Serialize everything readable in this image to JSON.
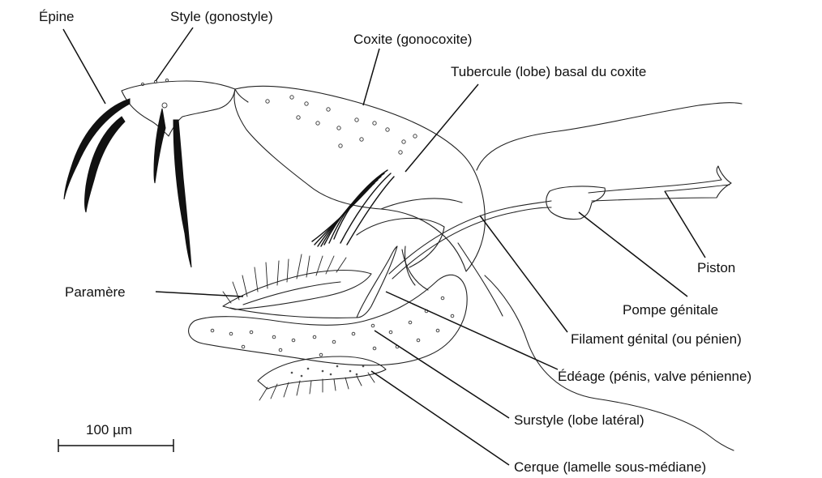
{
  "labels": {
    "epine": "Épine",
    "style": "Style (gonostyle)",
    "coxite": "Coxite (gonocoxite)",
    "tubercule": "Tubercule (lobe) basal du coxite",
    "piston": "Piston",
    "paramere": "Paramère",
    "pompe": "Pompe génitale",
    "filament": "Filament génital (ou pénien)",
    "edeage": "Édéage (pénis, valve pénienne)",
    "surstyle": "Surstyle (lobe latéral)",
    "cerque": "Cerque (lamelle sous-médiane)"
  },
  "scale_bar": {
    "label": "100 µm"
  }
}
